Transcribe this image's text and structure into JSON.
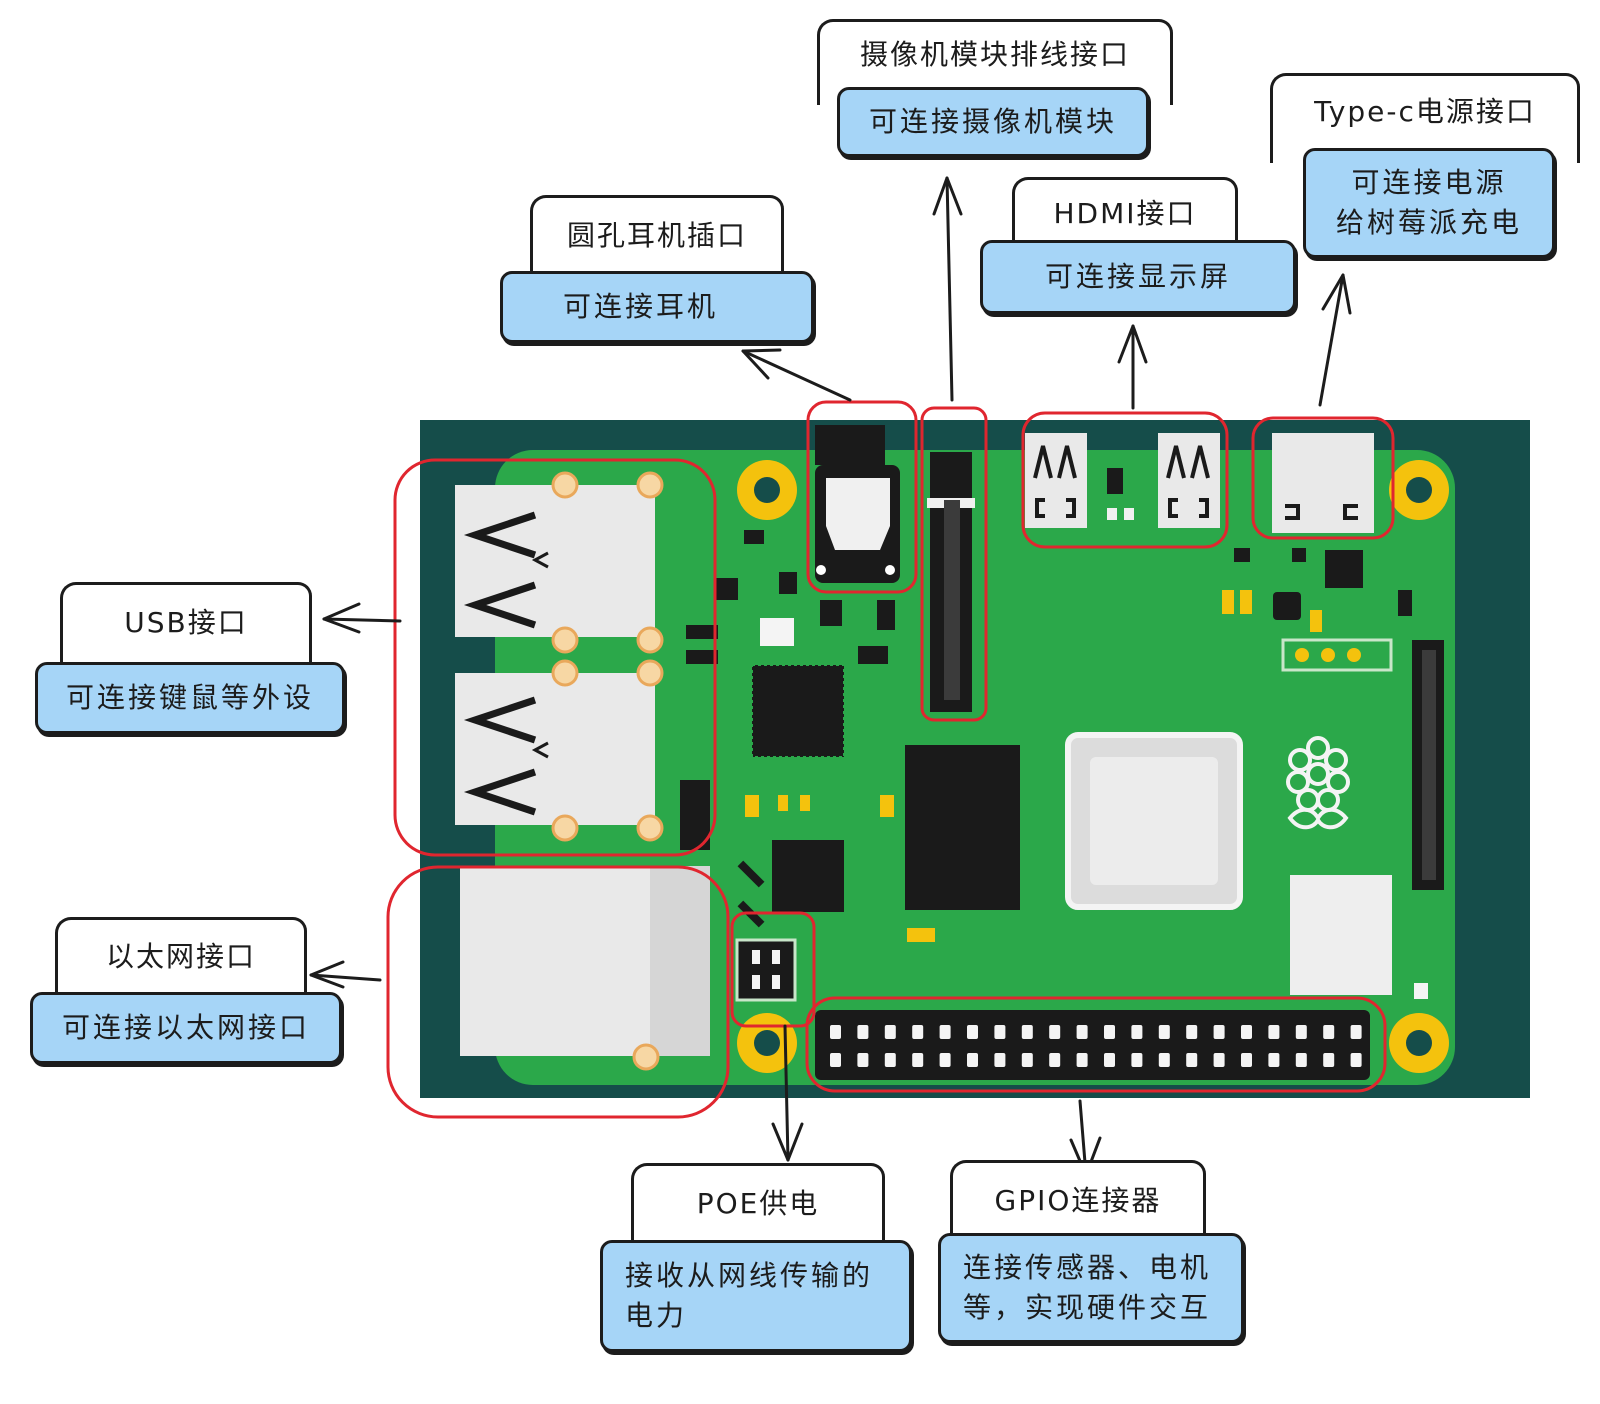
{
  "colors": {
    "background": "#ffffff",
    "panel": "#154d4a",
    "pcb": "#2ba84a",
    "highlight": "#e0262f",
    "desc_fill": "#a6d5f7",
    "ink": "#1c1c1c",
    "mount_hole": "#f4c20d",
    "connector": "#e9e9e9",
    "chip": "#1a1a1a"
  },
  "callouts": {
    "camera": {
      "title": "摄像机模块排线接口",
      "desc": "可连接摄像机模块"
    },
    "typec": {
      "title": "Type-c电源接口",
      "desc": "可连接电源\n给树莓派充电"
    },
    "audio": {
      "title": "圆孔耳机插口",
      "desc": "可连接耳机"
    },
    "hdmi": {
      "title": "HDMI接口",
      "desc": "可连接显示屏"
    },
    "usb": {
      "title": "USB接口",
      "desc": "可连接键鼠等外设"
    },
    "ethernet": {
      "title": "以太网接口",
      "desc": "可连接以太网接口"
    },
    "poe": {
      "title": "POE供电",
      "desc": "接收从网线传输的\n电力"
    },
    "gpio": {
      "title": "GPIO连接器",
      "desc": "连接传感器、电机\n等，实现硬件交互"
    }
  },
  "icons": {
    "board": "raspberry-pi-board",
    "logo": "raspberry-pi-logo-icon",
    "arrow": "arrow-icon"
  }
}
